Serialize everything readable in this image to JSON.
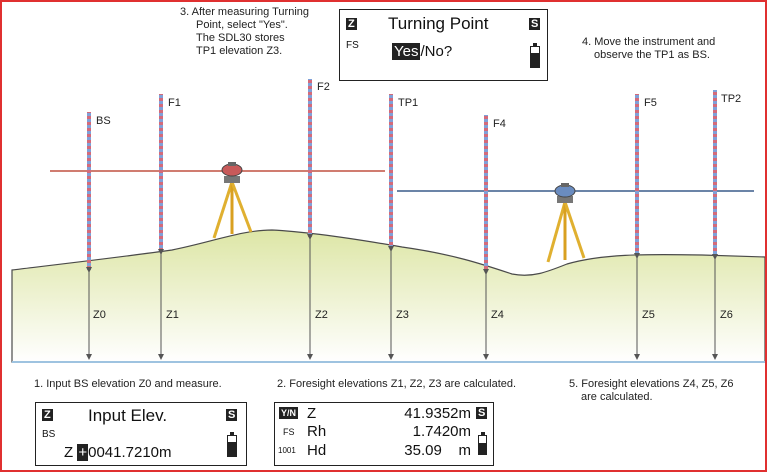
{
  "top_notes": {
    "step3": [
      "3. After measuring Turning",
      "Point, select \"Yes\".",
      "The SDL30 stores",
      "TP1 elevation Z3."
    ],
    "step4": [
      "4. Move the instrument and",
      "observe the TP1 as BS."
    ]
  },
  "rod_labels": [
    "BS",
    "F1",
    "F2",
    "TP1",
    "F4",
    "F5",
    "TP2"
  ],
  "z_labels": [
    "Z0",
    "Z1",
    "Z2",
    "Z3",
    "Z4",
    "Z5",
    "Z6"
  ],
  "bottom_notes": {
    "step1": "1. Input BS elevation Z0 and measure.",
    "step2": "2. Foresight elevations Z1, Z2, Z3 are calculated.",
    "step5": [
      "5. Foresight elevations Z4, Z5, Z6",
      "are calculated."
    ]
  },
  "screen_turning": {
    "mode_badge": "Z",
    "side_label": "FS",
    "title": "Turning Point",
    "yes": "Yes",
    "rest": "/No?",
    "status_badge": "S"
  },
  "screen_input": {
    "mode_badge": "Z",
    "side_label": "BS",
    "title": "Input Elev.",
    "status_badge": "S",
    "field_label": "Z",
    "sign": "+",
    "value": "0041.7210m"
  },
  "screen_result": {
    "mode_badge": "Y/N",
    "status_badge": "S",
    "rows": [
      {
        "left": "",
        "label": "Z",
        "value": "41.9352m"
      },
      {
        "left": "FS",
        "label": "Rh",
        "value": "1.7420m"
      },
      {
        "left": "1001",
        "label": "Hd",
        "value": "35.09    m"
      }
    ]
  },
  "colors": {
    "frame": "#e03030",
    "ground": "#e9efc4",
    "divider": "#9ec3e0",
    "sightline_left": "#c05040",
    "sightline_right": "#3a5c8a",
    "tripod": "#e0b030"
  },
  "icons": [
    "instrument-icon",
    "tripod-icon",
    "battery-icon"
  ]
}
